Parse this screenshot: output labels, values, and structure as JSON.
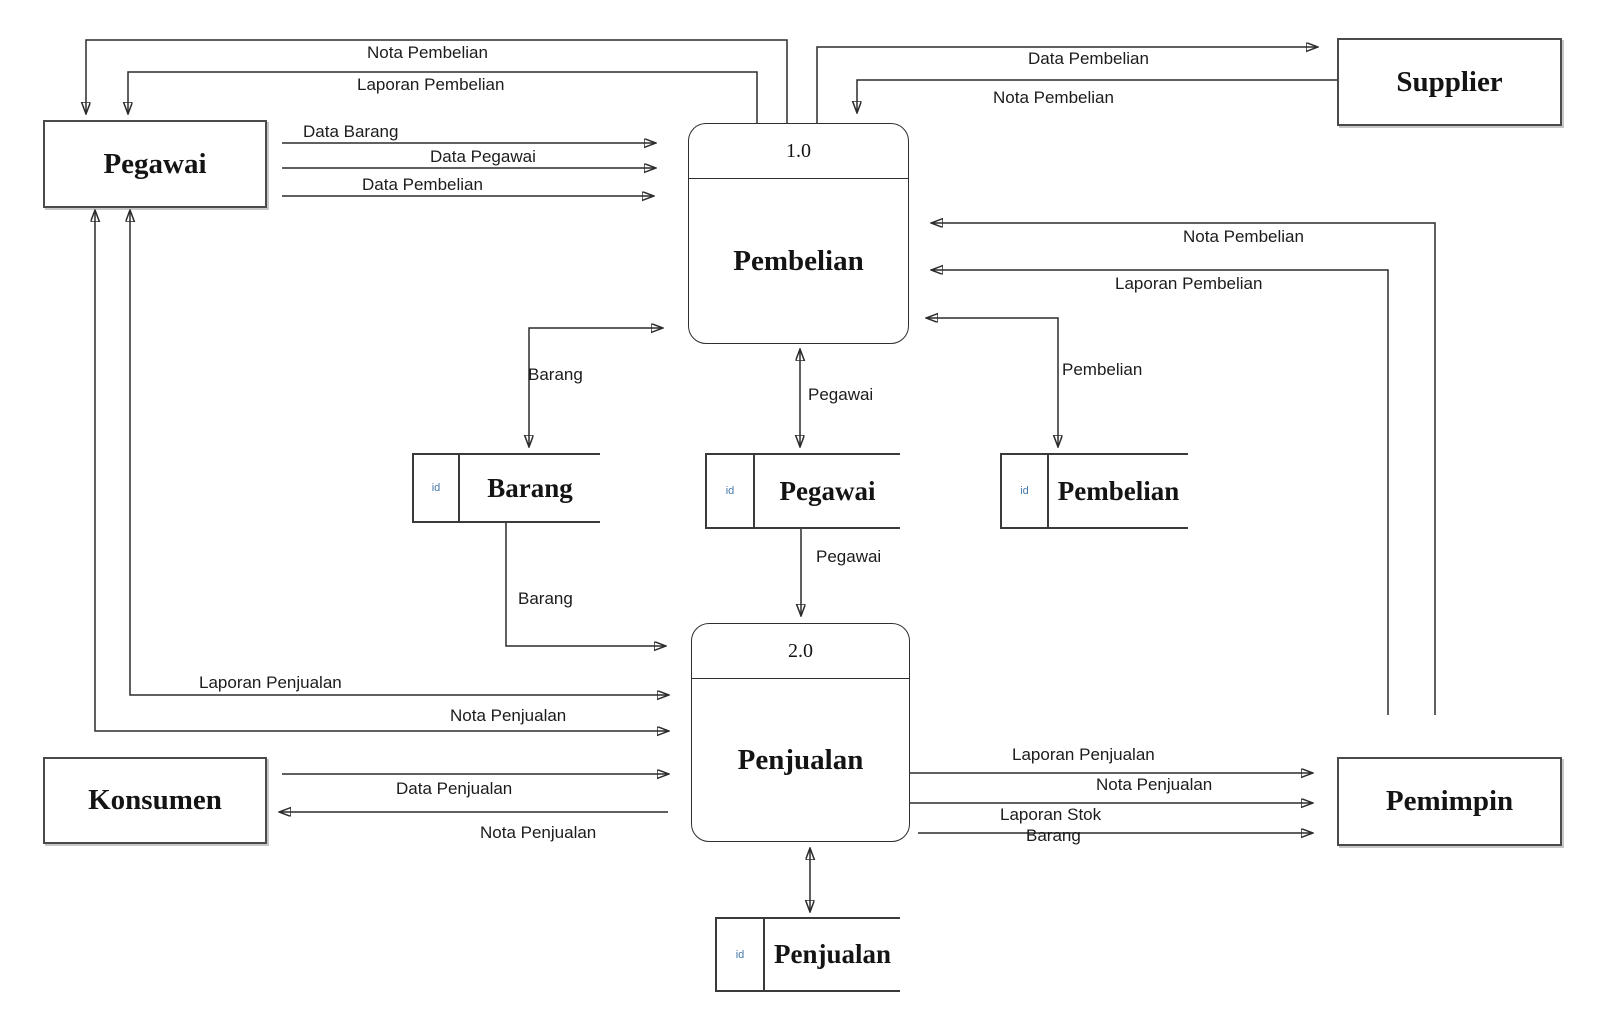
{
  "entities": {
    "pegawai": "Pegawai",
    "supplier": "Supplier",
    "konsumen": "Konsumen",
    "pemimpin": "Pemimpin"
  },
  "processes": {
    "pembelian": {
      "number": "1.0",
      "name": "Pembelian"
    },
    "penjualan": {
      "number": "2.0",
      "name": "Penjualan"
    }
  },
  "datastores": {
    "barang": {
      "key": "id",
      "name": "Barang"
    },
    "pegawai": {
      "key": "id",
      "name": "Pegawai"
    },
    "pembelian": {
      "key": "id",
      "name": "Pembelian"
    },
    "penjualan": {
      "key": "id",
      "name": "Penjualan"
    }
  },
  "flows": {
    "nota_pembelian_to_pegawai": "Nota Pembelian",
    "laporan_pembelian_to_pegawai": "Laporan Pembelian",
    "data_barang": "Data Barang",
    "data_pegawai": "Data Pegawai",
    "data_pembelian": "Data Pembelian",
    "data_pembelian_to_supplier": "Data Pembelian",
    "nota_pembelian_from_supplier": "Nota Pembelian",
    "nota_pembelian_from_pemimpin": "Nota Pembelian",
    "laporan_pembelian_from_pemimpin": "Laporan Pembelian",
    "pembelian_store_flow": "Pembelian",
    "barang_store_flow": "Barang",
    "pegawai_store_flow": "Pegawai",
    "pegawai_store_to_penjualan": "Pegawai",
    "barang_store_to_penjualan": "Barang",
    "laporan_penjualan_to_penjualan": "Laporan Penjualan",
    "nota_penjualan_to_penjualan": "Nota Penjualan",
    "data_penjualan": "Data Penjualan",
    "nota_penjualan_to_konsumen": "Nota Penjualan",
    "laporan_penjualan_to_pemimpin": "Laporan Penjualan",
    "nota_penjualan_to_pemimpin": "Nota Penjualan",
    "laporan_stok_line1": "Laporan Stok",
    "laporan_stok_line2": "Barang"
  },
  "colors": {
    "line": "#2b2b2b",
    "id_text": "#4678a8",
    "text": "#1a1a1a"
  }
}
